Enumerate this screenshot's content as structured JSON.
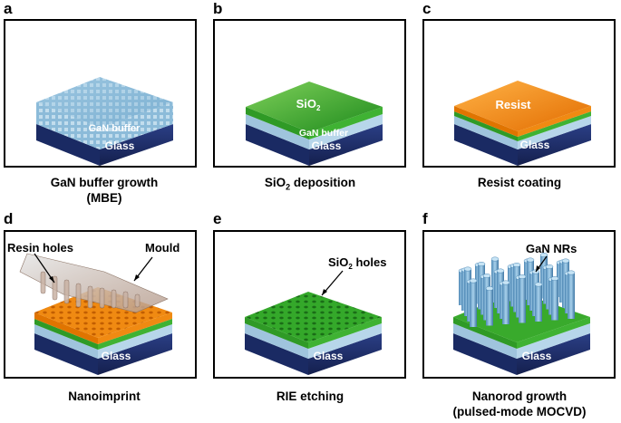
{
  "panels": [
    {
      "letter": "a",
      "caption_main": "GaN buffer growth",
      "caption_sub": "(MBE)",
      "labels": {
        "top": "GaN buffer",
        "base": "Glass"
      }
    },
    {
      "letter": "b",
      "caption_main": "SiO",
      "caption_subscript": "2",
      "caption_tail": " deposition",
      "labels": {
        "top": "SiO",
        "top_sub": "2",
        "mid": "GaN buffer",
        "base": "Glass"
      }
    },
    {
      "letter": "c",
      "caption_main": "Resist coating",
      "labels": {
        "top": "Resist",
        "base": "Glass"
      }
    },
    {
      "letter": "d",
      "caption_main": "Nanoimprint",
      "labels": {
        "holes": "Resin holes",
        "mould": "Mould",
        "base": "Glass"
      }
    },
    {
      "letter": "e",
      "caption_main": "RIE etching",
      "labels": {
        "holes": "SiO",
        "holes_sub": "2",
        "holes_tail": " holes",
        "base": "Glass"
      }
    },
    {
      "letter": "f",
      "caption_main": "Nanorod growth",
      "caption_sub": "(pulsed-mode MOCVD)",
      "labels": {
        "rods": "GaN NRs",
        "base": "Glass"
      }
    }
  ],
  "colors": {
    "glass": "#1f2f6e",
    "gan": "#9fc4dd",
    "sio2": "#3aa82a",
    "resist": "#f28a12"
  }
}
